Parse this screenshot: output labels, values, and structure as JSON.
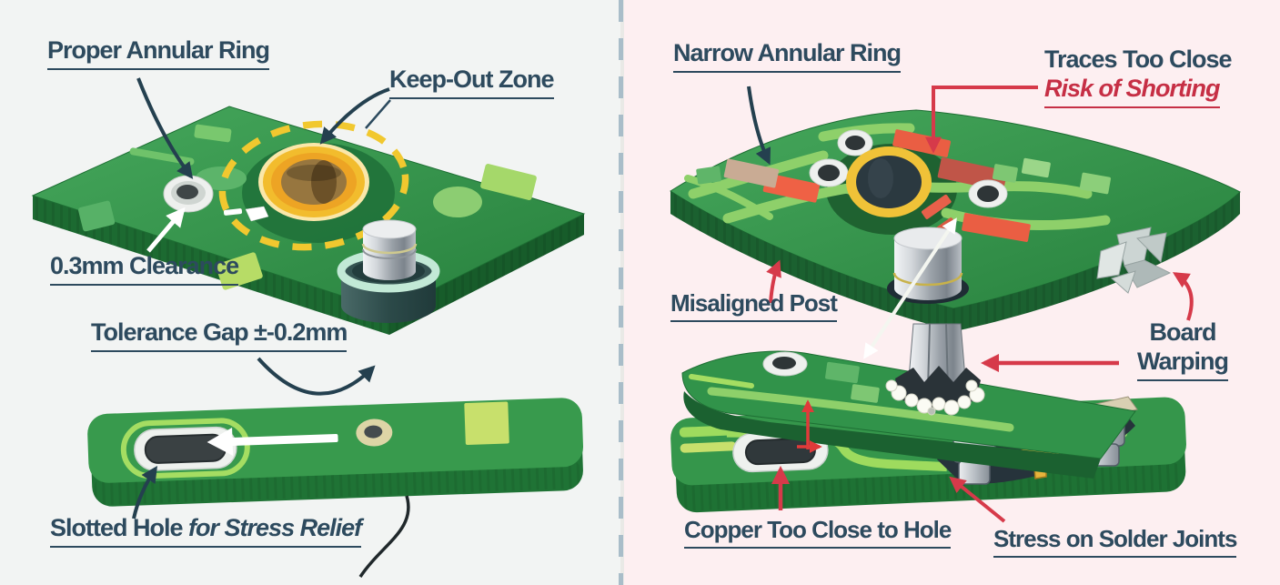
{
  "left": {
    "labels": {
      "proper_annular_ring": "Proper Annular Ring",
      "keep_out_zone": "Keep-Out Zone",
      "clearance": "0.3mm Clearance",
      "tolerance_gap": "Tolerance Gap ±-0.2mm",
      "slotted_hole": "Slotted Hole",
      "slotted_hole_qualifier": "for Stress Relief"
    }
  },
  "right": {
    "labels": {
      "narrow_annular_ring": "Narrow Annular Ring",
      "traces_too_close": "Traces Too Close",
      "risk_of_shorting": "Risk of Shorting",
      "misaligned_post": "Misaligned Post",
      "board_warping_line1": "Board",
      "board_warping_line2": "Warping",
      "copper_too_close": "Copper Too Close to Hole",
      "stress_on_solder_joints": "Stress on Solder Joints"
    }
  },
  "colors": {
    "label_text": "#2d4a5e",
    "alert_text": "#c62f45",
    "left_background": "#f2f4f3",
    "right_background": "#fdeff1",
    "board_green": "#2e9047",
    "board_edge_green": "#1c6a31",
    "pad_light_green": "#a5dd62",
    "annular_ring_gold": "#f2bc2d",
    "keep_out_dash_yellow": "#f1c82f",
    "trace_red": "#ea5e43",
    "metal_silver": "#c7ccd1",
    "divider_dash": "#a9bdc9"
  }
}
